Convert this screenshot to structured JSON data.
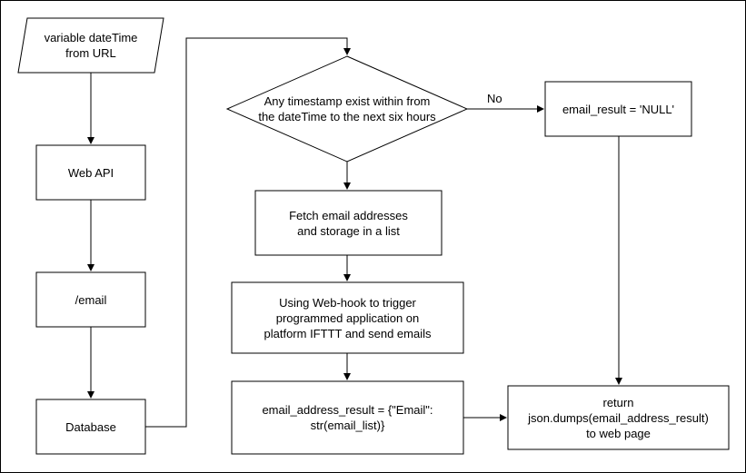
{
  "nodes": {
    "input": "variable dateTime\nfrom URL",
    "web_api": "Web API",
    "email_route": "/email",
    "database": "Database",
    "decision": "Any timestamp exist within from\nthe dateTime to the next six hours",
    "null_result": "email_result = 'NULL'",
    "fetch": "Fetch email addresses\nand storage in a list",
    "webhook": "Using Web-hook to trigger\nprogrammed application on\nplatform IFTTT and send emails",
    "address_result": "email_address_result = {\"Email\":\nstr(email_list)}",
    "return": "return\njson.dumps(email_address_result)\nto web page"
  },
  "edge_labels": {
    "no": "No"
  }
}
